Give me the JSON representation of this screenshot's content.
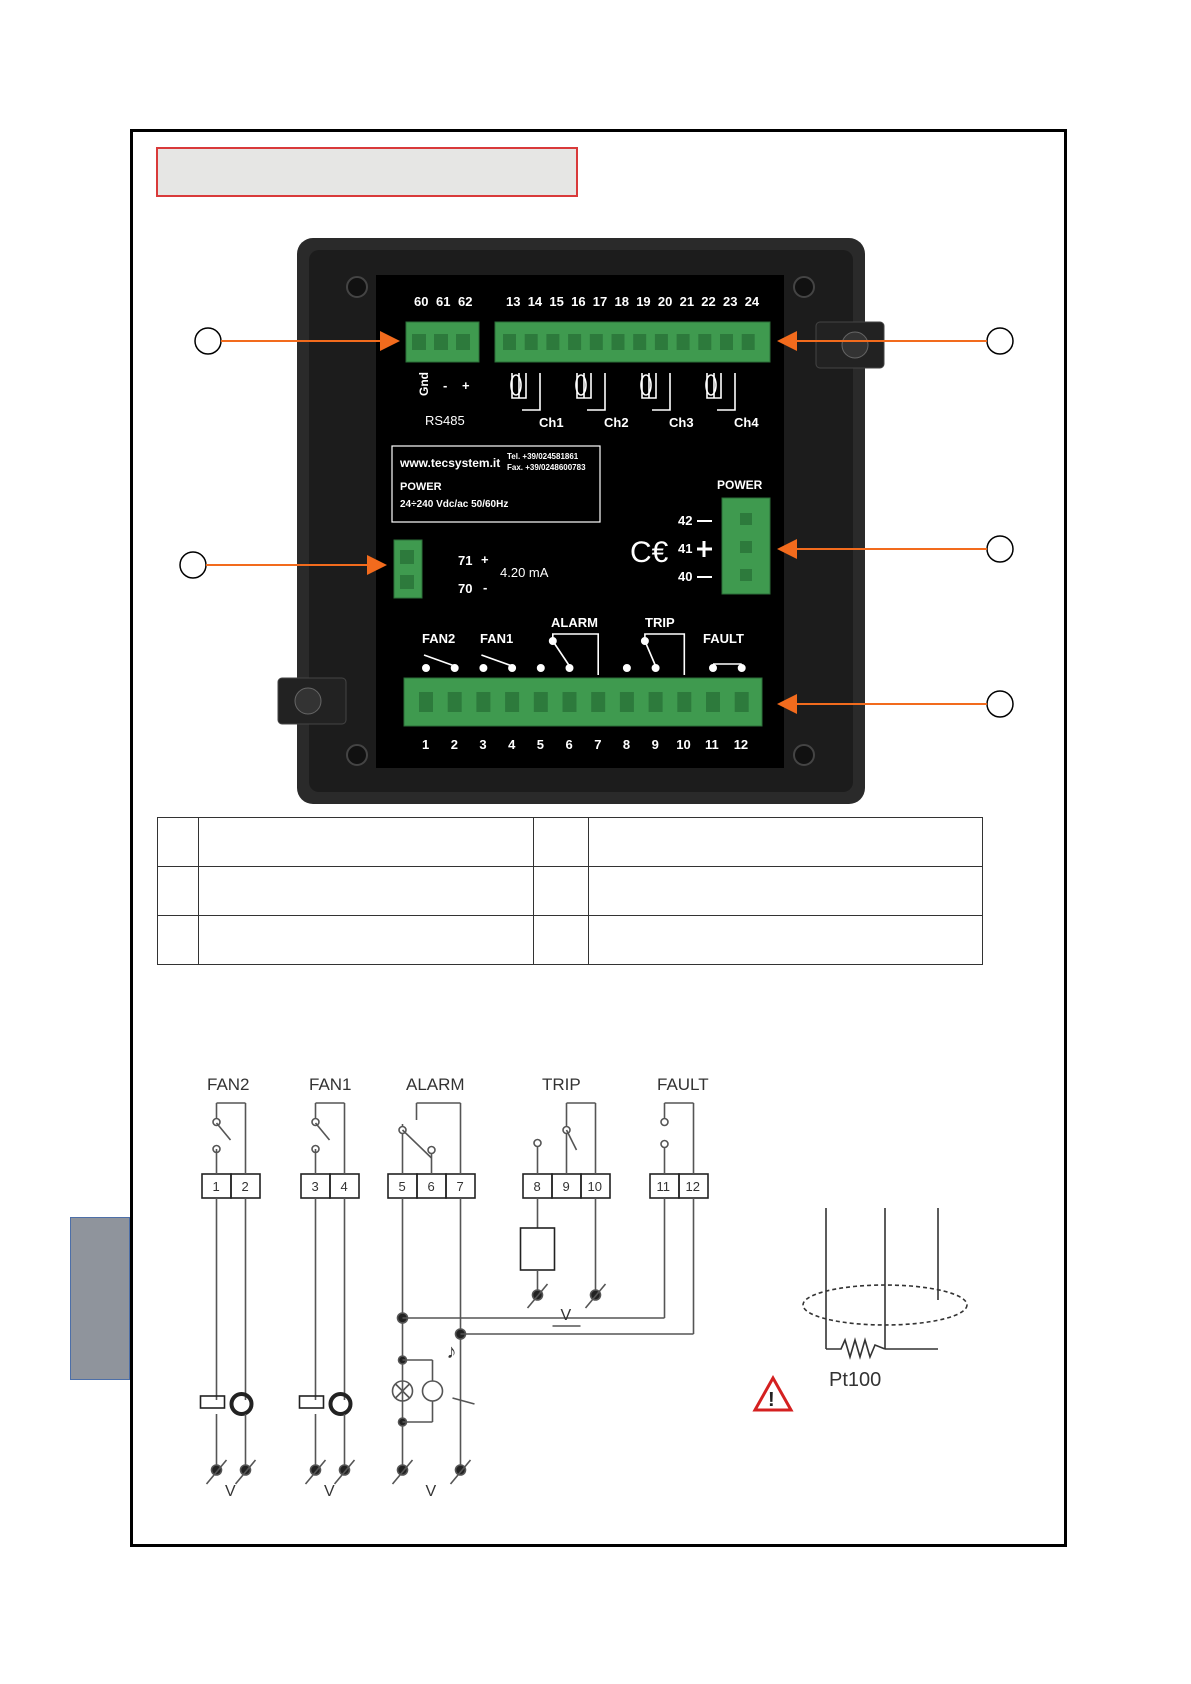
{
  "device": {
    "top_terminals_rs485": [
      "60",
      "61",
      "62"
    ],
    "top_terminals_ch": [
      "13",
      "14",
      "15",
      "16",
      "17",
      "18",
      "19",
      "20",
      "21",
      "22",
      "23",
      "24"
    ],
    "rs485_pins": [
      "Gnd",
      "-",
      "+"
    ],
    "rs485_label": "RS485",
    "channels": [
      "Ch1",
      "Ch2",
      "Ch3",
      "Ch4"
    ],
    "website": "www.tecsystem.it",
    "tel": "Tel. +39/024581861",
    "fax": "Fax. +39/0248600783",
    "power_title": "POWER",
    "power_spec": "24÷240 Vdc/ac 50/60Hz",
    "power_connector_label": "POWER",
    "power_pins": [
      "42",
      "41",
      "40"
    ],
    "analog_pins": [
      "71",
      "70"
    ],
    "analog_signs": [
      "+",
      "-"
    ],
    "analog_label": "4.20 mA",
    "relay_labels": [
      "FAN2",
      "FAN1",
      "ALARM",
      "TRIP",
      "FAULT"
    ],
    "bottom_terminals": [
      "1",
      "2",
      "3",
      "4",
      "5",
      "6",
      "7",
      "8",
      "9",
      "10",
      "11",
      "12"
    ]
  },
  "legend": {
    "rows": [
      [
        "",
        "",
        "",
        ""
      ],
      [
        "",
        "",
        "",
        ""
      ],
      [
        "",
        "",
        "",
        ""
      ]
    ]
  },
  "wiring": {
    "relay_labels": [
      "FAN2",
      "FAN1",
      "ALARM",
      "TRIP",
      "FAULT"
    ],
    "terminals": [
      "1",
      "2",
      "3",
      "4",
      "5",
      "6",
      "7",
      "8",
      "9",
      "10",
      "11",
      "12"
    ],
    "voltage_label": "V",
    "sensor_label": "Pt100"
  },
  "colors": {
    "arrow": "#f26b1d",
    "connector": "#3f9a4f",
    "frame_border": "#d93a3a",
    "side_tab": "#8f949c",
    "warning": "#d42020"
  }
}
